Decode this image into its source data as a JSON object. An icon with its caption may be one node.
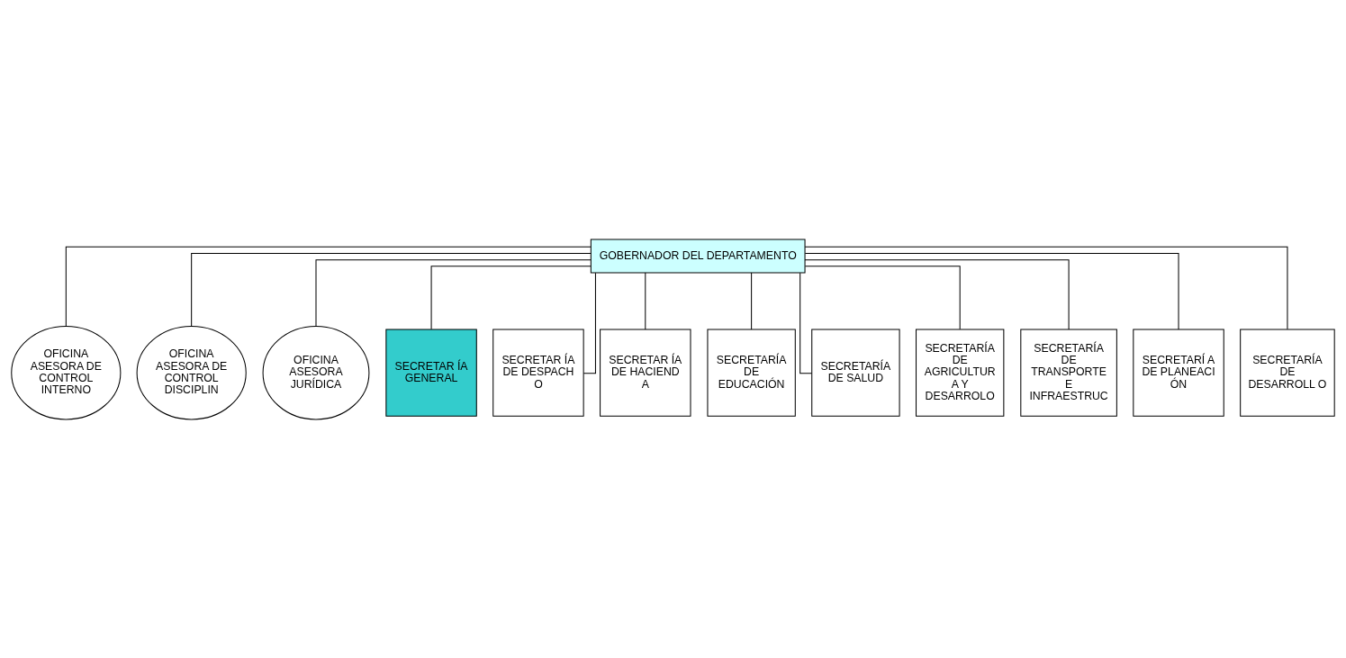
{
  "diagram": {
    "nodes": [
      {
        "text": [
          "GOBERNADOR DEL DEPARTAMENTO"
        ]
      },
      {
        "text": [
          "OFICINA ASESORA DE CONTROL INTERNO"
        ]
      },
      {
        "text": [
          "OFICINA ASESORA DE CONTROL DISCIPLIN"
        ]
      },
      {
        "text": [
          "OFICINA ASESORA JURÍDICA"
        ]
      },
      {
        "text": [
          "SECRETAR ÍA GENERAL"
        ]
      },
      {
        "text": [
          "SECRETAR ÍA DE DESPACH O"
        ]
      },
      {
        "text": [
          "SECRETAR ÍA DE HACIEND A"
        ]
      },
      {
        "text": [
          "SECRETARÍA DE EDUCACIÓN"
        ]
      },
      {
        "text": [
          "SECRETARÍA DE SALUD"
        ]
      },
      {
        "text": [
          "SECRETARÍA DE AGRICULTUR A Y DESARROLO"
        ]
      },
      {
        "text": [
          "SECRETARÍA DE TRANSPORTE E INFRAESTRUC"
        ]
      },
      {
        "text": [
          "SECRETARÍ A DE PLANEACI ÓN"
        ]
      },
      {
        "text": [
          "SECRETARÍA DE DESARROLL O"
        ]
      }
    ],
    "edges": [
      {
        "from": 0,
        "to": 1,
        "arrow": "none"
      },
      {
        "from": 0,
        "to": 2,
        "arrow": "none"
      },
      {
        "from": 0,
        "to": 3,
        "arrow": "none"
      },
      {
        "from": 0,
        "to": 4,
        "arrow": "none"
      },
      {
        "from": 0,
        "to": 5,
        "arrow": "none"
      },
      {
        "from": 0,
        "to": 6,
        "arrow": "none"
      },
      {
        "from": 0,
        "to": 7,
        "arrow": "none"
      },
      {
        "from": 0,
        "to": 8,
        "arrow": "none"
      },
      {
        "from": 0,
        "to": 9,
        "arrow": "none"
      },
      {
        "from": 0,
        "to": 10,
        "arrow": "none"
      },
      {
        "from": 0,
        "to": 11,
        "arrow": "none"
      },
      {
        "from": 0,
        "to": 12,
        "arrow": "none"
      }
    ]
  }
}
